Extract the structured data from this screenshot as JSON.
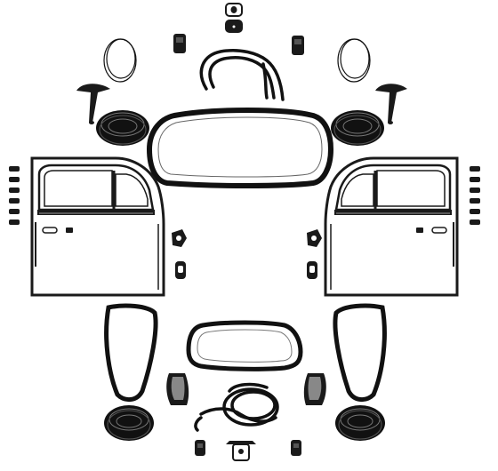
{
  "figure": {
    "background": "#ffffff",
    "ink": "#1a1a1a",
    "rubber": "#111111",
    "door_shade": "#d9d9d9"
  },
  "parts": {
    "doors": 2,
    "quarter_windows": 2,
    "coiled_seals": 4,
    "clips_per_side": 6
  }
}
